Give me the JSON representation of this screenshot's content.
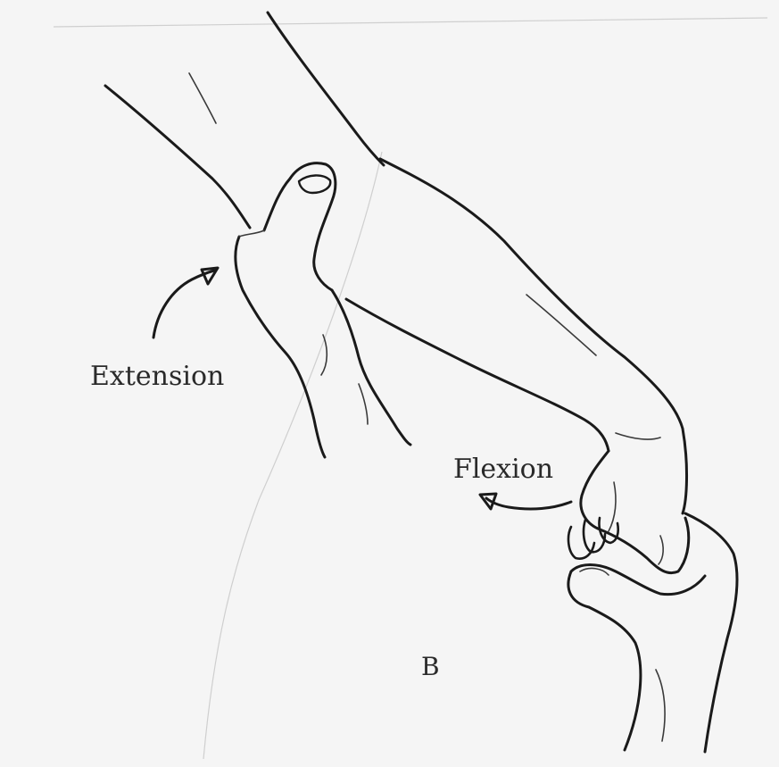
{
  "labels": {
    "extension": "Extension",
    "flexion": "Flexion",
    "panel": "B"
  }
}
